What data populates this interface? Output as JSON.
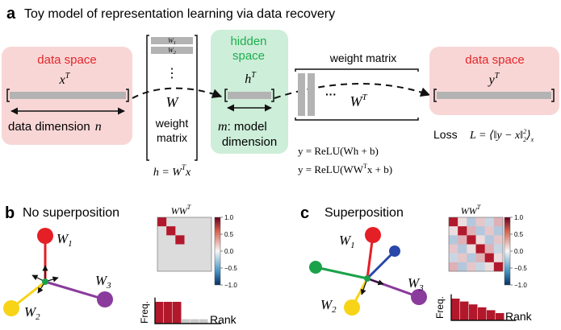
{
  "panel_a": {
    "letter": "a",
    "title": "Toy model of representation learning via data recovery",
    "input": {
      "space_label": "data space",
      "vector": "x",
      "vector_sup": "T",
      "dimension_label": "data dimension",
      "dimension_symbol": "n"
    },
    "W_matrix": {
      "row1": "W",
      "row1_sub": "1",
      "row2": "W",
      "row2_sub": "2",
      "dots": "⋮",
      "symbol": "W",
      "caption_line1": "weight",
      "caption_line2": "matrix",
      "equation": "h = W",
      "equation_sup": "T",
      "equation_tail": "x"
    },
    "hidden": {
      "label_line1": "hidden",
      "label_line2": "space",
      "vector": "h",
      "vector_sup": "T",
      "dimension_symbol": "m",
      "dimension_label_line1": ": model",
      "dimension_label_line2": "dimension"
    },
    "WT_matrix": {
      "title": "weight matrix",
      "dots": "···",
      "symbol": "W",
      "symbol_sup": "T"
    },
    "output": {
      "space_label": "data space",
      "vector": "y",
      "vector_sup": "T"
    },
    "loss": {
      "label": "Loss",
      "formula": "L = ⟨‖y − x‖",
      "formula_sub": "2",
      "formula_sup": "2",
      "formula_tail": "⟩",
      "formula_tail_sub": "x"
    },
    "equations": [
      "y = ReLU(Wh + b)",
      "y = ReLU(WW",
      "x + b)"
    ],
    "equation2_sup": "T"
  },
  "panel_b": {
    "letter": "b",
    "title": "No superposition",
    "vectors": [
      {
        "label": "W",
        "sub": "1"
      },
      {
        "label": "W",
        "sub": "2"
      },
      {
        "label": "W",
        "sub": "3"
      }
    ],
    "heatmap_title": "WW",
    "heatmap_title_sup": "T",
    "heatmap_matrix": [
      [
        1,
        0,
        0,
        0,
        0,
        0
      ],
      [
        0,
        1,
        0,
        0,
        0,
        0
      ],
      [
        0,
        0,
        1,
        0,
        0,
        0
      ],
      [
        0,
        0,
        0,
        0,
        0,
        0
      ],
      [
        0,
        0,
        0,
        0,
        0,
        0
      ],
      [
        0,
        0,
        0,
        0,
        0,
        0
      ]
    ],
    "rank_values": [
      3,
      3,
      3,
      0.6,
      0.6,
      0.6
    ],
    "freq_label": "Freq.",
    "rank_label": "Rank"
  },
  "panel_c": {
    "letter": "c",
    "title": "Superposition",
    "vectors": [
      {
        "label": "W",
        "sub": "1"
      },
      {
        "label": "W",
        "sub": "2"
      },
      {
        "label": "W",
        "sub": "3"
      }
    ],
    "heatmap_title": "WW",
    "heatmap_title_sup": "T",
    "heatmap_matrix": [
      [
        1.0,
        0.1,
        -0.3,
        0.2,
        -0.2,
        0.3
      ],
      [
        0.1,
        1.0,
        0.3,
        -0.3,
        0.2,
        -0.3
      ],
      [
        -0.3,
        0.3,
        1.0,
        0.1,
        -0.3,
        0.2
      ],
      [
        0.2,
        -0.3,
        0.1,
        1.0,
        0.3,
        -0.2
      ],
      [
        -0.2,
        0.2,
        -0.3,
        0.3,
        1.0,
        0.1
      ],
      [
        0.3,
        -0.3,
        0.2,
        -0.2,
        0.1,
        1.0
      ]
    ],
    "rank_values": [
      3,
      2.6,
      2.2,
      1.8,
      1.4,
      1.0
    ],
    "freq_label": "Freq.",
    "rank_label": "Rank"
  },
  "colorbar": {
    "ticks": [
      "1.0",
      "0.5",
      "0.0",
      "−0.5",
      "−1.0"
    ]
  },
  "colors": {
    "data_space_fill": "#f9d6d6",
    "hidden_space_fill": "#cdeed9",
    "red_text": "#e3262a",
    "green_text": "#1fae4f",
    "bar_gray": "#b3b3b3",
    "vec_red": "#e41f26",
    "vec_yellow": "#f7d417",
    "vec_purple": "#8a3b9c",
    "vec_green": "#1aa24a",
    "vec_blue": "#2947a8",
    "heat_red": "#b2182b",
    "heat_blue": "#2166ac",
    "heat_neutral": "#dcdcdc",
    "rank_red": "#b2182b",
    "rank_gray": "#c8c8c8"
  }
}
